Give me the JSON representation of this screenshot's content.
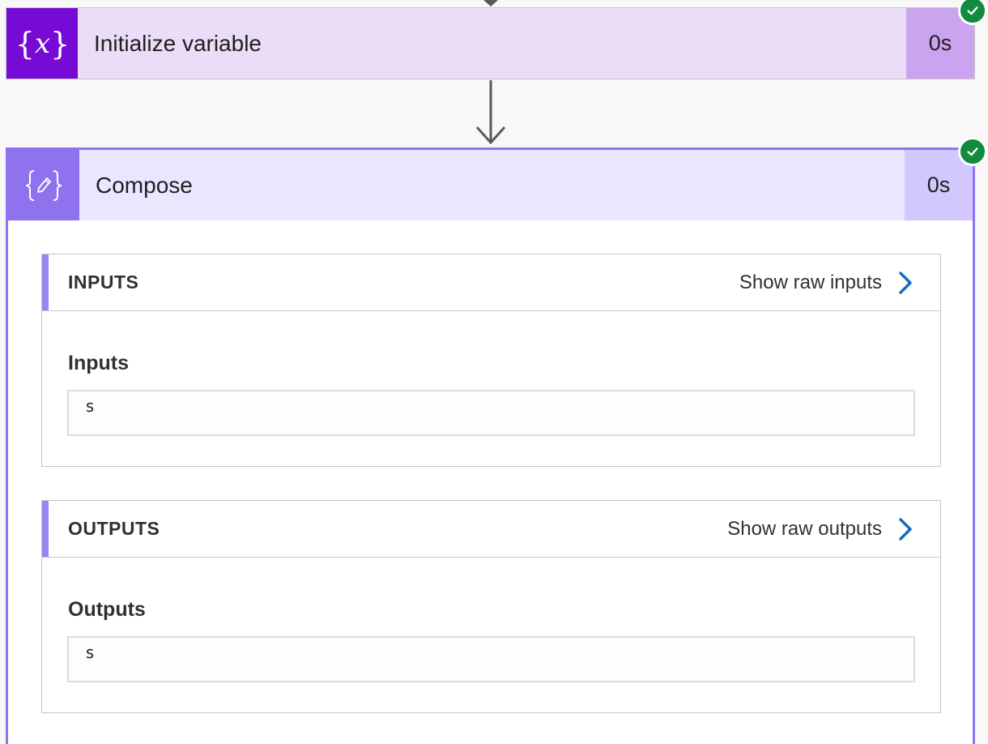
{
  "flow": {
    "init_card": {
      "icon": "variable-braces-icon",
      "icon_brace_open": "{",
      "icon_var": "x",
      "icon_brace_close": "}",
      "title": "Initialize variable",
      "duration": "0s",
      "status": "succeeded",
      "colors": {
        "icon_bg": "#770bd6",
        "header_bg": "#ebddf8",
        "duration_bg": "#caa4ef"
      }
    },
    "compose_card": {
      "icon": "compose-braces-pencil-icon",
      "title": "Compose",
      "duration": "0s",
      "status": "succeeded",
      "colors": {
        "icon_bg": "#8f72ee",
        "header_bg": "#ebe6ff",
        "duration_bg": "#d2c7ff",
        "border": "#8f72ee"
      },
      "inputs": {
        "section_label": "INPUTS",
        "raw_link_label": "Show raw inputs",
        "field_label": "Inputs",
        "field_value": "s"
      },
      "outputs": {
        "section_label": "OUTPUTS",
        "raw_link_label": "Show raw outputs",
        "field_label": "Outputs",
        "field_value": "s"
      }
    },
    "colors": {
      "success": "#128b3f",
      "link_chevron": "#0f6cbd",
      "section_accent": "#9d84f5"
    }
  }
}
